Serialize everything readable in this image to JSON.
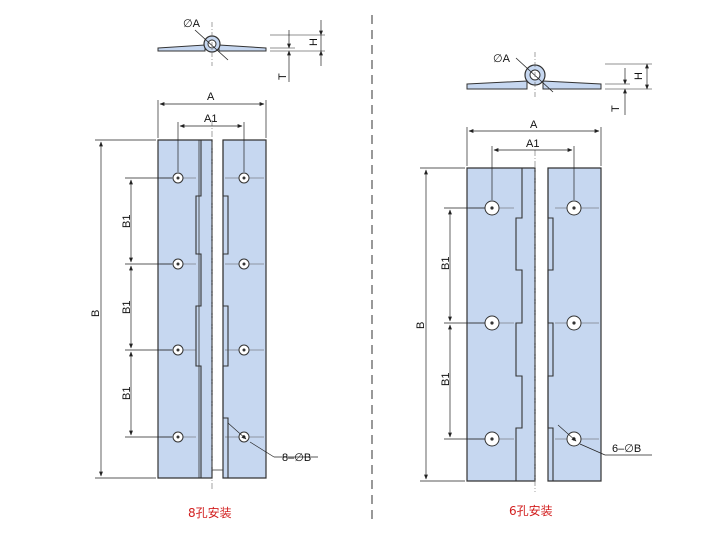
{
  "left": {
    "caption": "8孔安装",
    "holes_label": "8–∅B",
    "labels": {
      "A": "A",
      "A1": "A1",
      "B": "B",
      "B1": "B1",
      "H": "H",
      "T": "T",
      "dA": "∅A"
    },
    "hole_rows": 4
  },
  "right": {
    "caption": "6孔安装",
    "holes_label": "6–∅B",
    "labels": {
      "A": "A",
      "A1": "A1",
      "B": "B",
      "B1": "B1",
      "H": "H",
      "T": "T",
      "dA": "∅A"
    },
    "hole_rows": 3
  },
  "colors": {
    "plate": "#c6d7f0",
    "stroke": "#333333",
    "caption": "#d21e1e",
    "divider": "#555555"
  }
}
